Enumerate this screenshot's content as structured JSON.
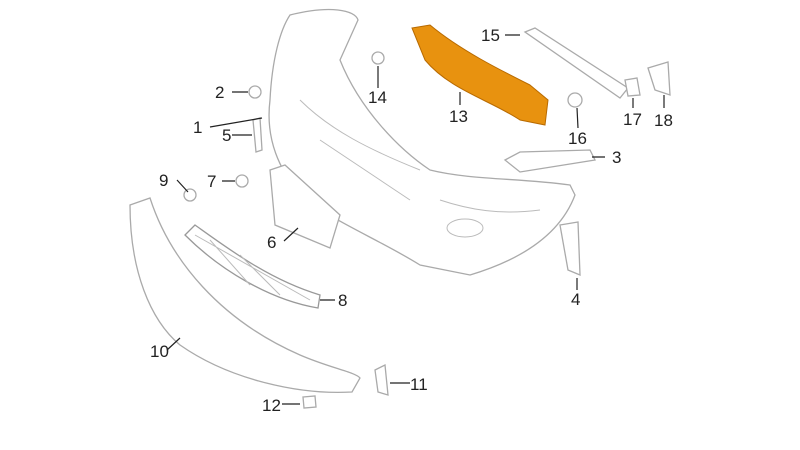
{
  "diagram": {
    "highlight_color": "#e8920f",
    "callouts": [
      "1",
      "2",
      "3",
      "4",
      "5",
      "6",
      "7",
      "8",
      "9",
      "10",
      "11",
      "12",
      "13",
      "14",
      "15",
      "16",
      "17",
      "18"
    ]
  }
}
